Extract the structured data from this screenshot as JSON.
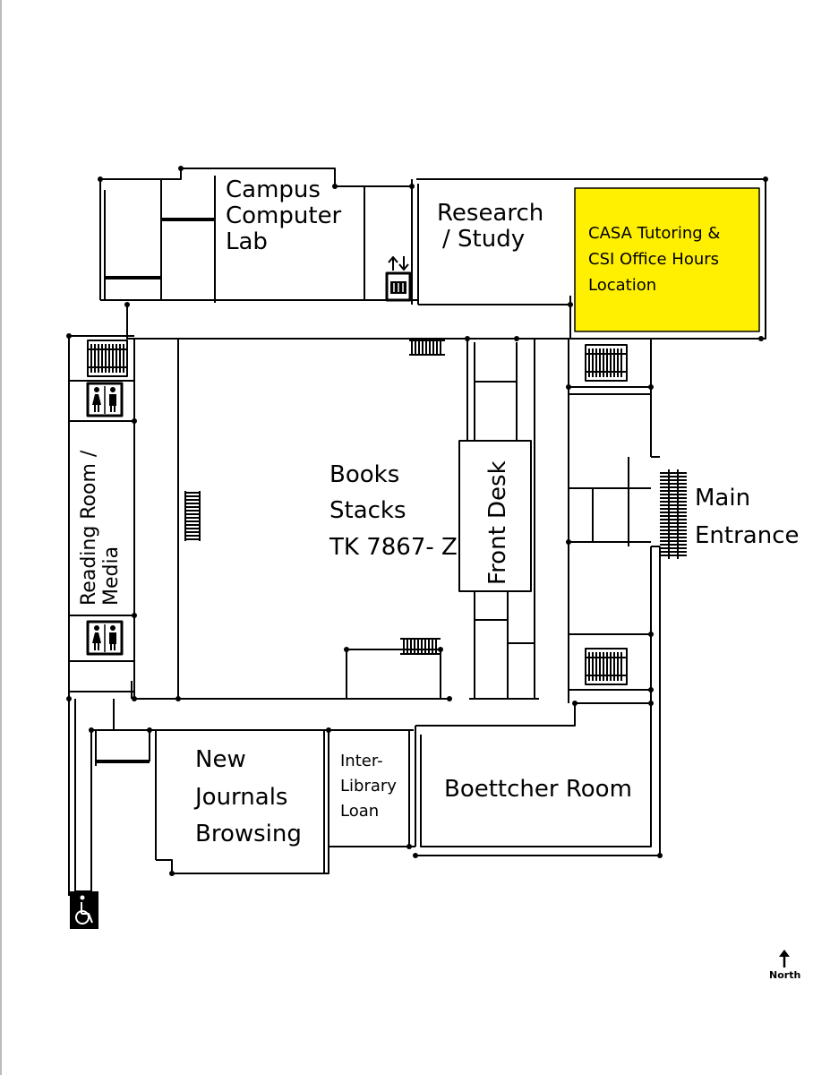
{
  "colors": {
    "walls": "#000000",
    "highlight": "#FFEF00",
    "background": "#FFFFFF"
  },
  "rooms": {
    "computer_lab": [
      "Campus",
      "Computer",
      "Lab"
    ],
    "research": [
      "Research",
      "/ Study"
    ],
    "casa": [
      "CASA Tutoring &",
      "CSI Office Hours",
      "Location"
    ],
    "books": [
      "Books",
      "Stacks",
      "TK 7867- Z"
    ],
    "front_desk": "Front Desk",
    "main_entrance": [
      "Main",
      "Entrance"
    ],
    "reading_room": [
      "Reading Room /",
      "Media"
    ],
    "new_journals": [
      "New",
      "Journals",
      "Browsing"
    ],
    "interlibrary": [
      "Inter-",
      "Library",
      "Loan"
    ],
    "boettcher": "Boettcher Room"
  },
  "compass": {
    "label": "North"
  },
  "icons": [
    "elevator-icon",
    "restroom-icon",
    "stairs-icon",
    "wheelchair-icon",
    "north-arrow-icon"
  ]
}
